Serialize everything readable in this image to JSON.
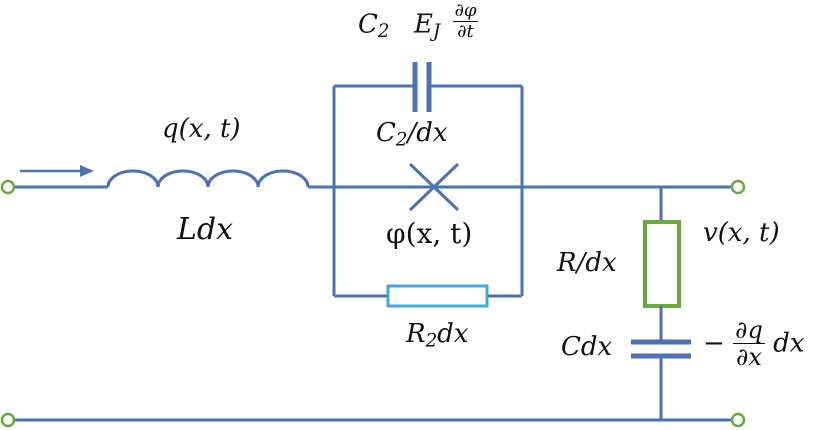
{
  "labels": {
    "c2_symbol": "C",
    "c2_sub": "2",
    "ej_symbol": "E",
    "ej_sub": "J",
    "dphi_num": "∂φ",
    "dphi_den": "∂t",
    "q_label": "q(x, t)",
    "ldx_label": "Ldx",
    "c2dx_symbol": "C",
    "c2dx_sub": "2",
    "c2dx_rest": "/dx",
    "phi_label": "φ(x, t)",
    "r2dx_symbol": "R",
    "r2dx_sub": "2",
    "r2dx_rest": "dx",
    "rdx_label": "R/dx",
    "cdx_label": "Cdx",
    "v_label": "v(x, t)",
    "minus_sign": "−",
    "dq_num": "∂q",
    "dq_den": "∂x",
    "dq_rest": "dx"
  },
  "colors": {
    "wire": "#4a72b8",
    "terminal": "#6aaa3a",
    "resistor_series": "#3fa8dc",
    "resistor_shunt": "#6aaa3a"
  }
}
